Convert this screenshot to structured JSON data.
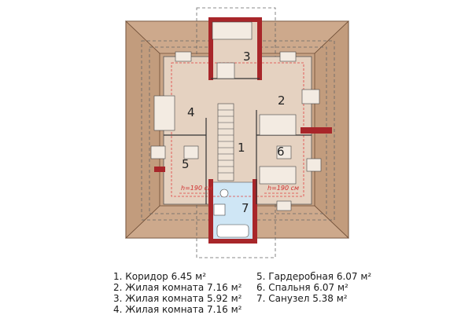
{
  "rooms": [
    {
      "num": "1",
      "text": "1. Коридор 6.45 м²"
    },
    {
      "num": "2",
      "text": "2. Жилая комната 7.16 м²"
    },
    {
      "num": "3",
      "text": "3. Жилая комната 5.92 м²"
    },
    {
      "num": "4",
      "text": "4. Жилая комната 7.16 м²"
    },
    {
      "num": "5",
      "text": "5. Гардеробная 6.07 м²"
    },
    {
      "num": "6",
      "text": "6. Спальня 6.07 м²"
    },
    {
      "num": "7",
      "text": "7. Санузел 5.38 м²"
    }
  ],
  "height_marks": {
    "left": "h=190 см",
    "right": "h=190 см"
  },
  "colors": {
    "roof": "#c9a486",
    "floor": "#e5d2c1",
    "wall": "#a8262a",
    "bath": "#cfe6f5",
    "dash": "#777777",
    "red_dash": "#e04040"
  }
}
